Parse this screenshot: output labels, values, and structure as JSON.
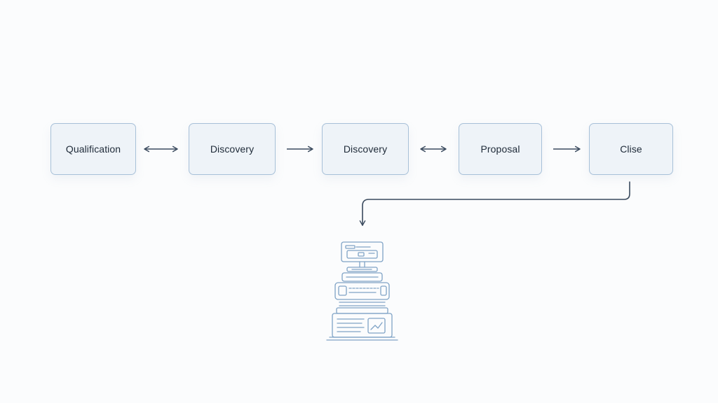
{
  "stages": [
    {
      "label": "Qualification"
    },
    {
      "label": "Discovery"
    },
    {
      "label": "Discovery"
    },
    {
      "label": "Proposal"
    },
    {
      "label": "Clise"
    }
  ],
  "connectors": [
    {
      "from": "Qualification",
      "to": "Discovery",
      "type": "bidirectional"
    },
    {
      "from": "Discovery",
      "to": "Discovery",
      "type": "forward"
    },
    {
      "from": "Discovery",
      "to": "Proposal",
      "type": "bidirectional"
    },
    {
      "from": "Proposal",
      "to": "Clise",
      "type": "forward"
    },
    {
      "from": "Clise",
      "to": "crm-system-icon",
      "type": "forward"
    }
  ],
  "icons": {
    "bottom": "crm-system-icon"
  },
  "colors": {
    "box_border": "#a7c0d8",
    "box_fill": "#eef3f8",
    "arrow": "#3a4a5e",
    "icon_stroke": "#7fa3c6",
    "background": "#fbfcfd"
  }
}
